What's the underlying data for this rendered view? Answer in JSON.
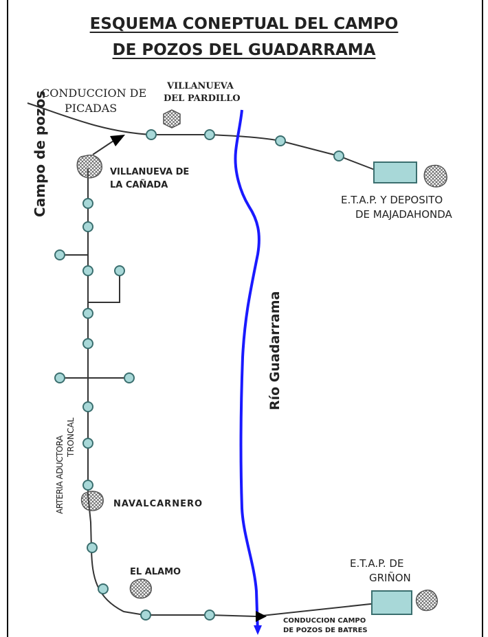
{
  "title_line1": "ESQUEMA CONEPTUAL DEL CAMPO",
  "title_line2": "DE POZOS DEL GUADARRAMA",
  "labels": {
    "conduccion_picadas_1": "CONDUCCION DE",
    "conduccion_picadas_2": "PICADAS",
    "villanueva_pardillo_1": "VILLANUEVA",
    "villanueva_pardillo_2": "DEL PARDILLO",
    "villanueva_canada_1": "VILLANUEVA DE",
    "villanueva_canada_2": "LA CAÑADA",
    "etap_maja_1": "E.T.A.P. Y DEPOSITO",
    "etap_maja_2": "DE MAJADAHONDA",
    "campo_de_pozos": "Campo de pozos",
    "rio_guadarrama": "Río Guadarrama",
    "arteria_1": "ARTERIA ADUCTORA",
    "arteria_2": "TRONCAL",
    "navalcarnero": "NAVALCARNERO",
    "el_alamo": "EL ALAMO",
    "etap_grinon_1": "E.T.A.P. DE",
    "etap_grinon_2": "GRIÑON",
    "conduccion_batres_1": "CONDUCCION CAMPO",
    "conduccion_batres_2": "DE POZOS DE BATRES"
  },
  "colors": {
    "river": "#1a1aff",
    "well_fill": "#a8d8d8",
    "well_stroke": "#3a6e6e",
    "plant_fill": "#a8d8d8",
    "line": "#333333"
  }
}
